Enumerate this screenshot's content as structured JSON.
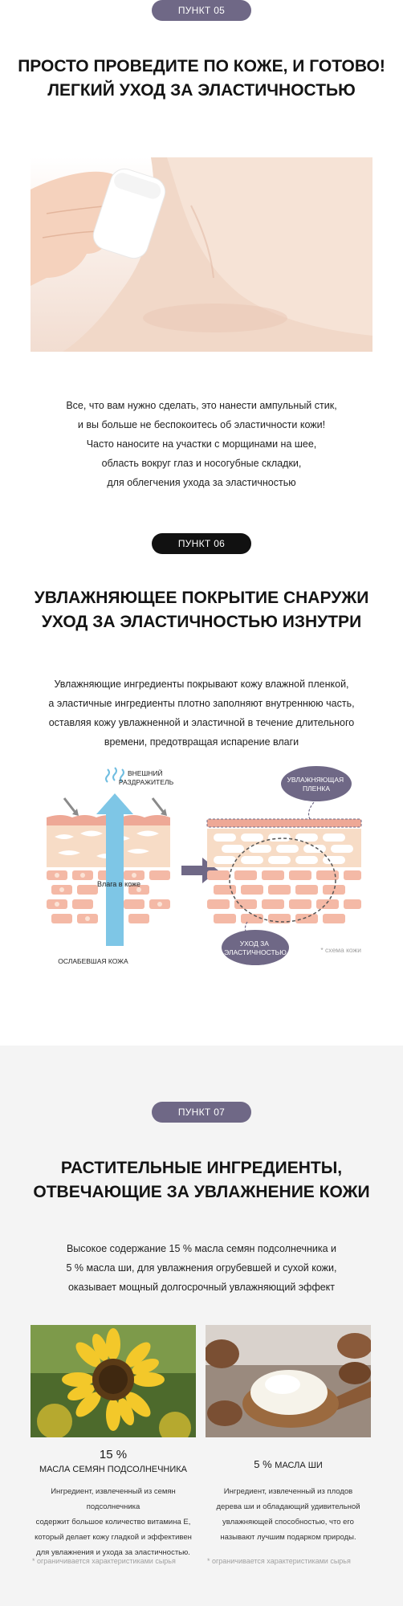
{
  "section05": {
    "badge": "ПУНКТ 05",
    "headline_lines": [
      "ПРОСТО ПРОВЕДИТЕ ПО КОЖЕ, И ГОТОВО!",
      "ЛЕГКИЙ УХОД ЗА ЭЛАСТИЧНОСТЬЮ"
    ],
    "body_lines": [
      "Все, что вам нужно сделать, это нанести ампульный стик,",
      "и вы больше не беспокоитесь об эластичности кожи!",
      "Часто наносите на участки с морщинами на шее,",
      "область вокруг глаз и носогубные складки,",
      "для облегчения ухода за эластичностью"
    ]
  },
  "section06": {
    "badge": "ПУНКТ 06",
    "headline_lines": [
      "УВЛАЖНЯЮЩЕЕ ПОКРЫТИЕ СНАРУЖИ",
      "УХОД ЗА ЭЛАСТИЧНОСТЬЮ ИЗНУТРИ"
    ],
    "body_lines": [
      "Увлажняющие ингредиенты покрывают кожу влажной пленкой,",
      "а эластичные ингредиенты плотно заполняют внутреннюю часть,",
      "оставляя кожу увлажненной и эластичной в течение длительного",
      "времени, предотвращая испарение влаги"
    ],
    "diagram": {
      "external_irritant_lines": [
        "ВНЕШНИЙ",
        "РАЗДРАЖИТЕЛЬ"
      ],
      "moisture_label": "Влага в коже",
      "weak_skin_label": "ОСЛАБЕВШАЯ КОЖА",
      "film_label_lines": [
        "УВЛАЖНЯЮЩАЯ",
        "ПЛЕНКА"
      ],
      "elastic_label_lines": [
        "УХОД ЗА",
        "ЭЛАСТИЧНОСТЬЮ"
      ],
      "scheme_note": "* схема кожи"
    },
    "colors": {
      "skin": "#f7dcc6",
      "cells": "#eea896",
      "accent": "#6f6886",
      "water": "#7ec6e6"
    }
  },
  "section07": {
    "badge": "ПУНКТ 07",
    "headline_lines": [
      "РАСТИТЕЛЬНЫЕ  ИНГРЕДИЕНТЫ,",
      "ОТВЕЧАЮЩИЕ ЗА УВЛАЖНЕНИЕ КОЖИ"
    ],
    "body_lines": [
      "Высокое содержание 15 % масла семян подсолнечника и",
      "5 % масла ши, для увлажнения огрубевшей и сухой кожи,",
      "оказывает мощный долгосрочный увлажняющий эффект"
    ],
    "ingredients": [
      {
        "percent": "15 %",
        "name": "МАСЛА СЕМЯН ПОДСОЛНЕЧНИКА",
        "desc_lines": [
          "Ингредиент, извлеченный из семян подсолнечника",
          "содержит большое количество витамина Е,",
          "который делает кожу гладкой и эффективен",
          "для увлажнения и ухода за эластичностью."
        ],
        "footnote": "* ограничивается характеристиками сырья"
      },
      {
        "percent": "5 %",
        "name": "масла ши",
        "desc_lines": [
          "Ингредиент, извлеченный из плодов",
          "дерева ши и обладающий удивительной",
          "увлажняющей способностью, что его",
          "называют лучшим подарком природы."
        ],
        "footnote": "* ограничивается характеристиками сырья"
      }
    ]
  },
  "colors": {
    "badge_purple": "#6f6886",
    "badge_black": "#111111",
    "gray_section": "#f4f4f4"
  }
}
